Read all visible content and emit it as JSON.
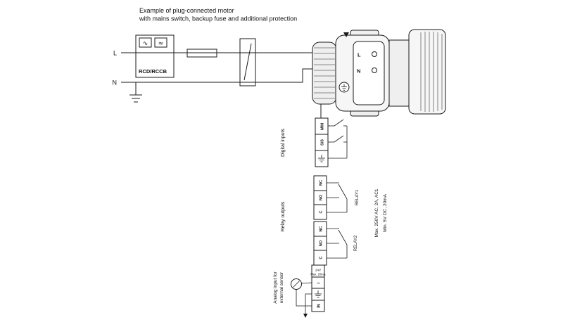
{
  "diagram": {
    "title_line1": "Example of plug-connected motor",
    "title_line2": "with mains switch, backup fuse and additional protection"
  },
  "mains": {
    "line": "L",
    "neutral": "N",
    "rcd_label": "RCD/RCCB",
    "rcd_symbol_left": "∿",
    "rcd_symbol_right": "≈"
  },
  "plug": {
    "terminal_l": "L",
    "terminal_n": "N"
  },
  "digital_inputs": {
    "label": "Digital inputs",
    "terminal_1": "MIN",
    "terminal_2": "S/S"
  },
  "relays": {
    "label": "Relay outputs",
    "relay1_label": "RELAY1",
    "relay2_label": "RELAY2",
    "nc": "NC",
    "no": "NO",
    "c": "C",
    "rating_line1": "Max. 250V AC, 2A, AC1",
    "rating_line2": "Min. 5V DC, 20mA"
  },
  "analog": {
    "label_line1": "Analog input for",
    "label_line2": "external sensor",
    "note_line1": "24V",
    "note_line2": "Max. 20mA",
    "terminal_i": "I",
    "terminal_in": "IN"
  }
}
